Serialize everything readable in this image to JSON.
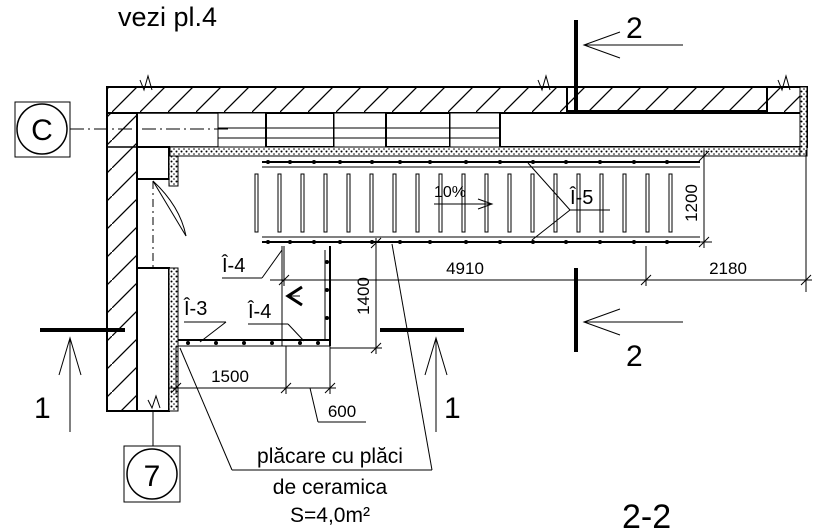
{
  "labels": {
    "top_note": "vezi pl.4",
    "axis_c": "C",
    "axis_7": "7",
    "section_2_top": "2",
    "section_2_bottom": "2",
    "section_1_left": "1",
    "section_1_right": "1",
    "slope": "10%",
    "mark_i5": "Î-5",
    "mark_i4_top": "Î-4",
    "mark_i3": "Î-3",
    "mark_i4_bottom": "Î-4",
    "note_line1": "plăcare cu plăci",
    "note_line2": "de ceramica",
    "note_line3": "S=4,0m²",
    "section_title": "2-2"
  },
  "dimensions": {
    "d4910": "4910",
    "d2180": "2180",
    "d1200": "1200",
    "d1400": "1400",
    "d1500": "1500",
    "d600": "600"
  }
}
